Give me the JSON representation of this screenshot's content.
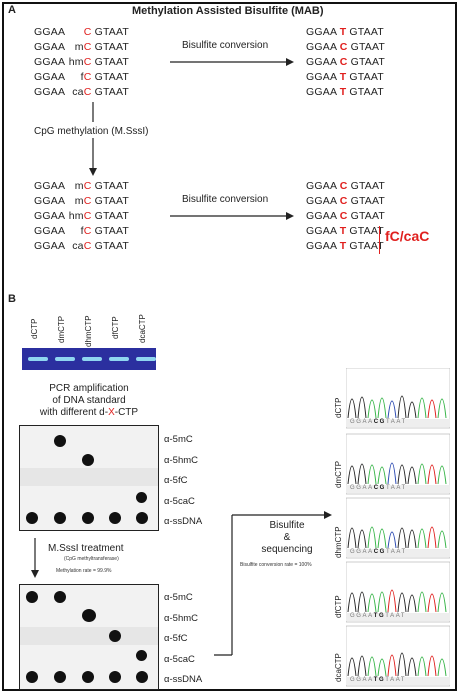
{
  "panel_a": {
    "letter": "A",
    "title": "Methylation Assisted Bisulfite (MAB)",
    "top_rows": [
      {
        "pre": "GGAA ",
        "mod": "",
        "base": "C",
        "post": " GTAAT"
      },
      {
        "pre": "GGAA ",
        "mod": "m",
        "base": "C",
        "post": " GTAAT"
      },
      {
        "pre": "GGAA ",
        "mod": "hm",
        "base": "C",
        "post": " GTAAT"
      },
      {
        "pre": "GGAA ",
        "mod": "f",
        "base": "C",
        "post": " GTAAT"
      },
      {
        "pre": "GGAA ",
        "mod": "ca",
        "base": "C",
        "post": " GTAAT"
      }
    ],
    "top_results": [
      {
        "pre": "GGAA ",
        "base": "T",
        "post": " GTAAT"
      },
      {
        "pre": "GGAA ",
        "base": "C",
        "post": " GTAAT"
      },
      {
        "pre": "GGAA ",
        "base": "C",
        "post": " GTAAT"
      },
      {
        "pre": "GGAA ",
        "base": "T",
        "post": " GTAAT"
      },
      {
        "pre": "GGAA ",
        "base": "T",
        "post": " GTAAT"
      }
    ],
    "bisulfite_label": "Bisulfite conversion",
    "cpg_label": "CpG methylation (M.SssI)",
    "bottom_rows": [
      {
        "pre": "GGAA ",
        "mod": "m",
        "base": "C",
        "post": " GTAAT"
      },
      {
        "pre": "GGAA ",
        "mod": "m",
        "base": "C",
        "post": " GTAAT"
      },
      {
        "pre": "GGAA ",
        "mod": "hm",
        "base": "C",
        "post": " GTAAT"
      },
      {
        "pre": "GGAA ",
        "mod": "f",
        "base": "C",
        "post": " GTAAT"
      },
      {
        "pre": "GGAA ",
        "mod": "ca",
        "base": "C",
        "post": " GTAAT"
      }
    ],
    "bottom_results": [
      {
        "pre": "GGAA ",
        "base": "C",
        "post": " GTAAT"
      },
      {
        "pre": "GGAA ",
        "base": "C",
        "post": " GTAAT"
      },
      {
        "pre": "GGAA ",
        "base": "C",
        "post": " GTAAT"
      },
      {
        "pre": "GGAA ",
        "base": "T",
        "post": " GTAAT"
      },
      {
        "pre": "GGAA ",
        "base": "T",
        "post": " GTAAT"
      }
    ],
    "fc_cac_label": "fC/caC"
  },
  "panel_b": {
    "letter": "B",
    "gel_lanes": [
      "dCTP",
      "dmCTP",
      "dhmCTP",
      "dfCTP",
      "dcaCTP"
    ],
    "pcr_line1": "PCR amplification",
    "pcr_line2": "of DNA standard",
    "pcr_line3_pre": "with different d-",
    "pcr_line3_x": "X",
    "pcr_line3_post": "-CTP",
    "blot_labels": [
      "α-5mC",
      "α-5hmC",
      "α-5fC",
      "α-5caC",
      "α-ssDNA"
    ],
    "msssi_label": "M.SssI treatment",
    "msssi_sub": "(CpG methyltransferase)",
    "methylation_rate": "Methylation rate = 99.9%",
    "bisulfite_seq_line1": "Bisulfite",
    "bisulfite_seq_line2": "&",
    "bisulfite_seq_line3": "sequencing",
    "conversion_rate": "Bisulfite conversion rate = 100%",
    "chrom_labels": [
      "dCTP",
      "dmCTP",
      "dhmCTP",
      "dfCTP",
      "dcaCTP"
    ],
    "chrom_seqs": [
      {
        "pre": "GGAA",
        "mid": "CG",
        "post": "TAAT"
      },
      {
        "pre": "GGAA",
        "mid": "CG",
        "post": "TAAT"
      },
      {
        "pre": "GGAA",
        "mid": "CG",
        "post": "TAAT"
      },
      {
        "pre": "GGAA",
        "mid": "TG",
        "post": "TAAT"
      },
      {
        "pre": "GGAA",
        "mid": "TG",
        "post": "TAAT"
      }
    ]
  }
}
